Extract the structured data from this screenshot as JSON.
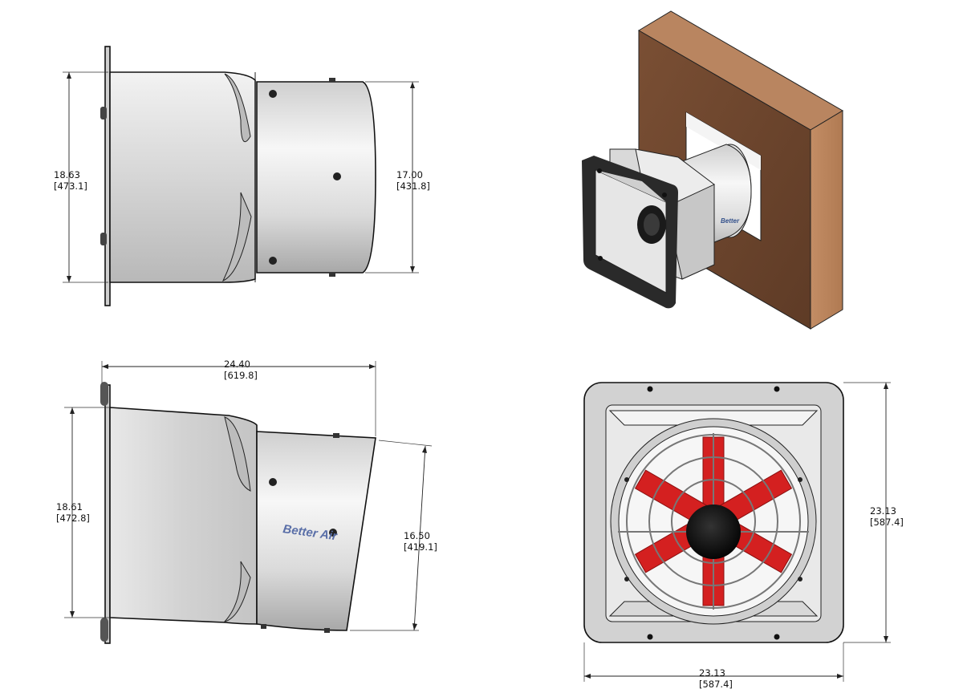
{
  "views": {
    "side_view": {
      "height_left": {
        "in": "18.63",
        "mm": "[473.1]"
      },
      "height_right": {
        "in": "17.00",
        "mm": "[431.8]"
      }
    },
    "side_view_angled": {
      "length": {
        "in": "24.40",
        "mm": "[619.8]"
      },
      "height_left": {
        "in": "18.61",
        "mm": "[472.8]"
      },
      "height_right": {
        "in": "16.50",
        "mm": "[419.1]"
      },
      "logo_text": "Better Air"
    },
    "front_view": {
      "height": {
        "in": "23.13",
        "mm": "[587.4]"
      },
      "width": {
        "in": "23.13",
        "mm": "[587.4]"
      }
    }
  },
  "colors": {
    "blade_red": "#d42020",
    "wood": "#8a5a3a",
    "metal": "#d8d8d8",
    "frame": "#2a2a2a"
  }
}
